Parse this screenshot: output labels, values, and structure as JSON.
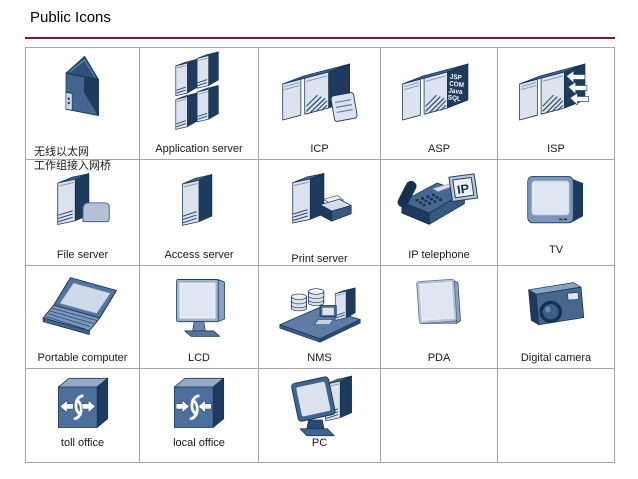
{
  "page": {
    "title": "Public Icons"
  },
  "colors": {
    "title-underline": "#7a1b38",
    "grid-border": "#a6a6a6",
    "label-text": "#1a1a1a",
    "icon-navy": "#1e3a5f",
    "icon-mid": "#46688f",
    "icon-steel": "#5e7ca8",
    "icon-light": "#dce3ef"
  },
  "grid": {
    "rows": 4,
    "columns": 5,
    "cells": [
      {
        "icon": "wireless-bridge-icon",
        "label_lines": [
          "无线以太网",
          "工作组接入网桥"
        ]
      },
      {
        "icon": "application-server-icon",
        "label": "Application server"
      },
      {
        "icon": "icp-icon",
        "label": "ICP"
      },
      {
        "icon": "asp-icon",
        "label": "ASP",
        "icon_text": [
          "JSP",
          "COM",
          "Java",
          "SQL"
        ]
      },
      {
        "icon": "isp-icon",
        "label": "ISP"
      },
      {
        "icon": "file-server-icon",
        "label": "File server"
      },
      {
        "icon": "access-server-icon",
        "label": "Access server"
      },
      {
        "icon": "print-server-icon",
        "label": "Print server"
      },
      {
        "icon": "ip-telephone-icon",
        "label": "IP telephone",
        "icon_text": [
          "IP"
        ]
      },
      {
        "icon": "tv-icon",
        "label": "TV"
      },
      {
        "icon": "portable-computer-icon",
        "label": "Portable computer"
      },
      {
        "icon": "lcd-icon",
        "label": "LCD"
      },
      {
        "icon": "nms-icon",
        "label": "NMS"
      },
      {
        "icon": "pda-icon",
        "label": "PDA"
      },
      {
        "icon": "digital-camera-icon",
        "label": "Digital camera"
      },
      {
        "icon": "toll-office-icon",
        "label": "toll office"
      },
      {
        "icon": "local-office-icon",
        "label": "local office"
      },
      {
        "icon": "pc-icon",
        "label": "PC"
      },
      {
        "icon": null,
        "label": ""
      },
      {
        "icon": null,
        "label": ""
      }
    ]
  }
}
